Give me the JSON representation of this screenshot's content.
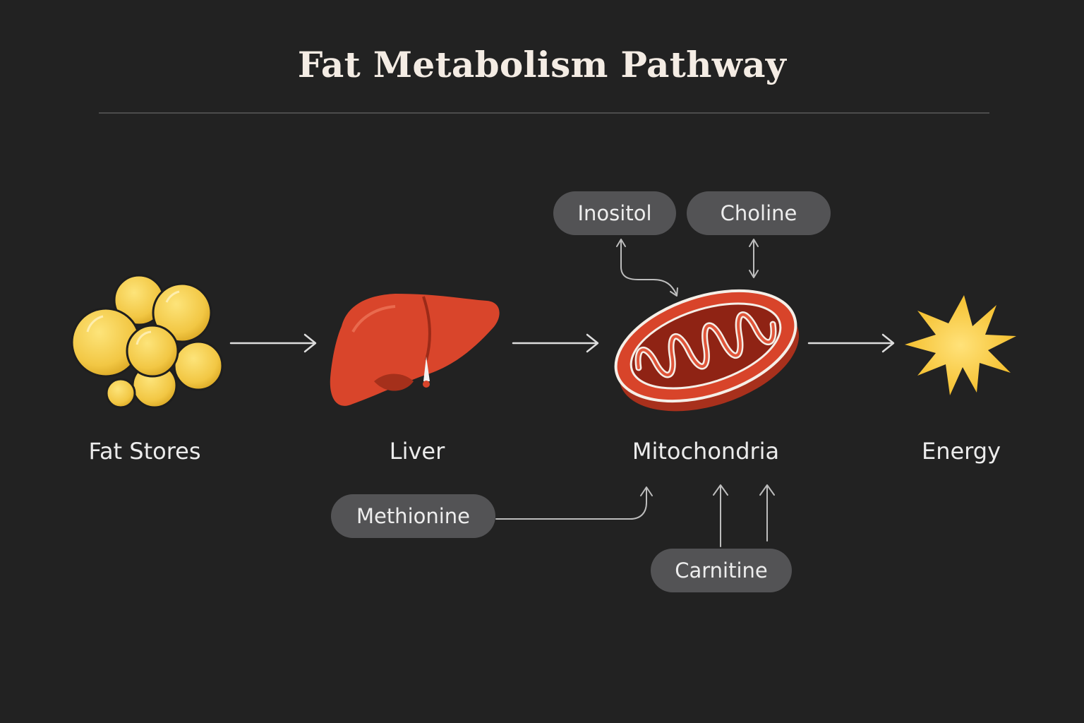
{
  "title": "Fat Metabolism Pathway",
  "stages": {
    "fat_stores": "Fat Stores",
    "liver": "Liver",
    "mitochondria": "Mitochondria",
    "energy": "Energy"
  },
  "nutrients": {
    "inositol": "Inositol",
    "choline": "Choline",
    "methionine": "Methionine",
    "carnitine": "Carnitine"
  },
  "colors": {
    "background": "#222222",
    "fat": "#f2c744",
    "liver": "#d9452b",
    "mitochondria": "#d8442a",
    "energy": "#f5c531",
    "pill": "#535355"
  },
  "icons": [
    "fat-droplets-icon",
    "liver-icon",
    "mitochondria-icon",
    "energy-burst-icon"
  ]
}
